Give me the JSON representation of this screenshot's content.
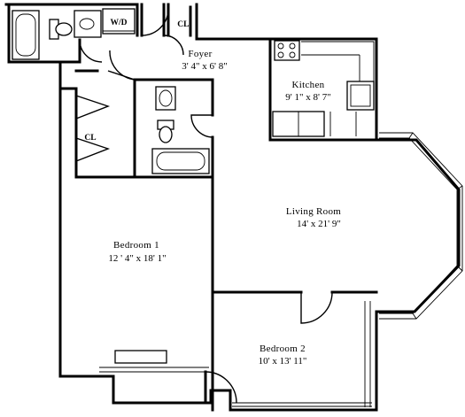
{
  "rooms": {
    "wd": {
      "label": "W/D"
    },
    "closet_top": {
      "label": "CL."
    },
    "foyer": {
      "name": "Foyer",
      "dims": "3' 4\" x 6' 8\""
    },
    "kitchen": {
      "name": "Kitchen",
      "dims": "9' 1\" x 8' 7\""
    },
    "closet_left": {
      "label": "CL"
    },
    "living": {
      "name": "Living Room",
      "dims": "14' x 21' 9\""
    },
    "bedroom1": {
      "name": "Bedroom 1",
      "dims": "12 ' 4\" x 18' 1\""
    },
    "bedroom2": {
      "name": "Bedroom 2",
      "dims": "10' x 13' 11\""
    }
  }
}
